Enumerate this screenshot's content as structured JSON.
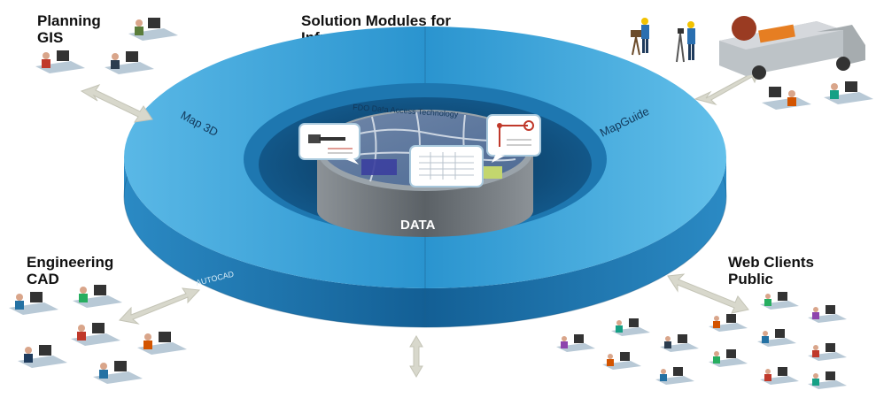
{
  "title": {
    "line1": "Solution Modules for",
    "line2": "Infrastructure Management"
  },
  "groups": {
    "planning": {
      "line1": "Planning",
      "line2": "GIS"
    },
    "engineering": {
      "line1": "Engineering",
      "line2": "CAD"
    },
    "web": {
      "line1": "Web Clients",
      "line2": "Public"
    }
  },
  "ring": {
    "map3d": "Map 3D",
    "mapguide": "MapGuide",
    "fdo": "FDO Data Access Technology",
    "autocad": "AUTOCAD"
  },
  "core": {
    "label": "DATA"
  },
  "icons": [
    "workstation-icon",
    "surveyor-icon",
    "utility-truck-icon",
    "double-arrow-icon",
    "pipe-tool-icon",
    "spreadsheet-icon",
    "network-node-icon"
  ],
  "colors": {
    "ring_top": "#3aa2d6",
    "ring_side": "#1f6fa6",
    "inner_well": "#0c3f66",
    "core": "#6b7177",
    "arrow": "#d6d6c8",
    "desk": "#9eb6c8"
  }
}
